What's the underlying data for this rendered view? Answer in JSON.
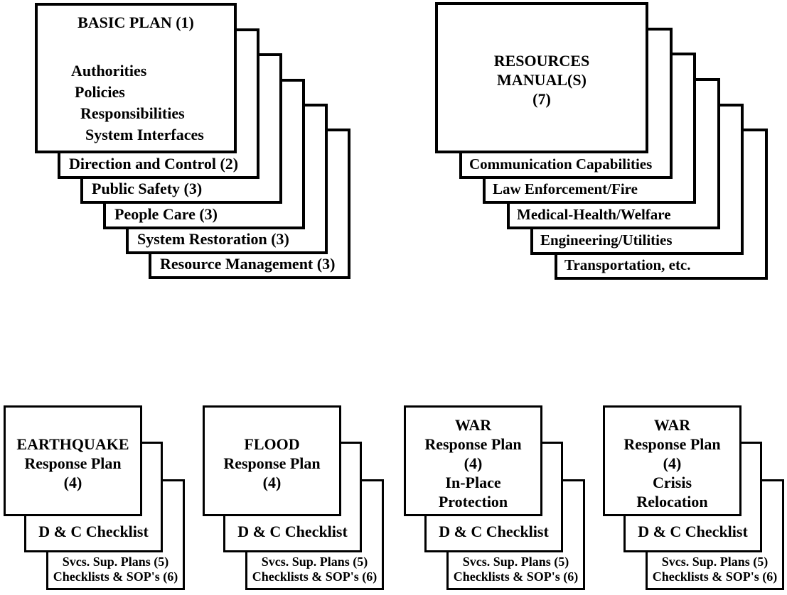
{
  "colors": {
    "ink": "#000000",
    "paper": "#ffffff"
  },
  "basic_plan": {
    "title": "BASIC PLAN (1)",
    "contents": [
      "Authorities",
      "Policies",
      "Responsibilities",
      "System Interfaces"
    ],
    "annexes": [
      "Direction and Control (2)",
      "Public Safety (3)",
      "People Care (3)",
      "System Restoration (3)",
      "Resource Management (3)"
    ]
  },
  "resources_manual": {
    "title_lines": [
      "RESOURCES",
      "MANUAL(S)",
      "(7)"
    ],
    "annexes": [
      "Communication Capabilities",
      "Law Enforcement/Fire",
      "Medical-Health/Welfare",
      "Engineering/Utilities",
      "Transportation, etc."
    ]
  },
  "response_plans": [
    {
      "title_lines": [
        "EARTHQUAKE",
        "Response Plan",
        "(4)"
      ],
      "checklist": "D & C Checklist",
      "supplements": [
        "Svcs. Sup. Plans (5)",
        "Checklists & SOP's (6)"
      ]
    },
    {
      "title_lines": [
        "FLOOD",
        "Response Plan",
        "(4)"
      ],
      "checklist": "D & C Checklist",
      "supplements": [
        "Svcs. Sup. Plans (5)",
        "Checklists & SOP's (6)"
      ]
    },
    {
      "title_lines": [
        "WAR",
        "Response Plan",
        "(4)",
        "In-Place",
        "Protection"
      ],
      "checklist": "D & C Checklist",
      "supplements": [
        "Svcs. Sup. Plans (5)",
        "Checklists & SOP's (6)"
      ]
    },
    {
      "title_lines": [
        "WAR",
        "Response Plan",
        "(4)",
        "Crisis",
        "Relocation"
      ],
      "checklist": "D & C Checklist",
      "supplements": [
        "Svcs. Sup. Plans (5)",
        "Checklists & SOP's (6)"
      ]
    }
  ]
}
